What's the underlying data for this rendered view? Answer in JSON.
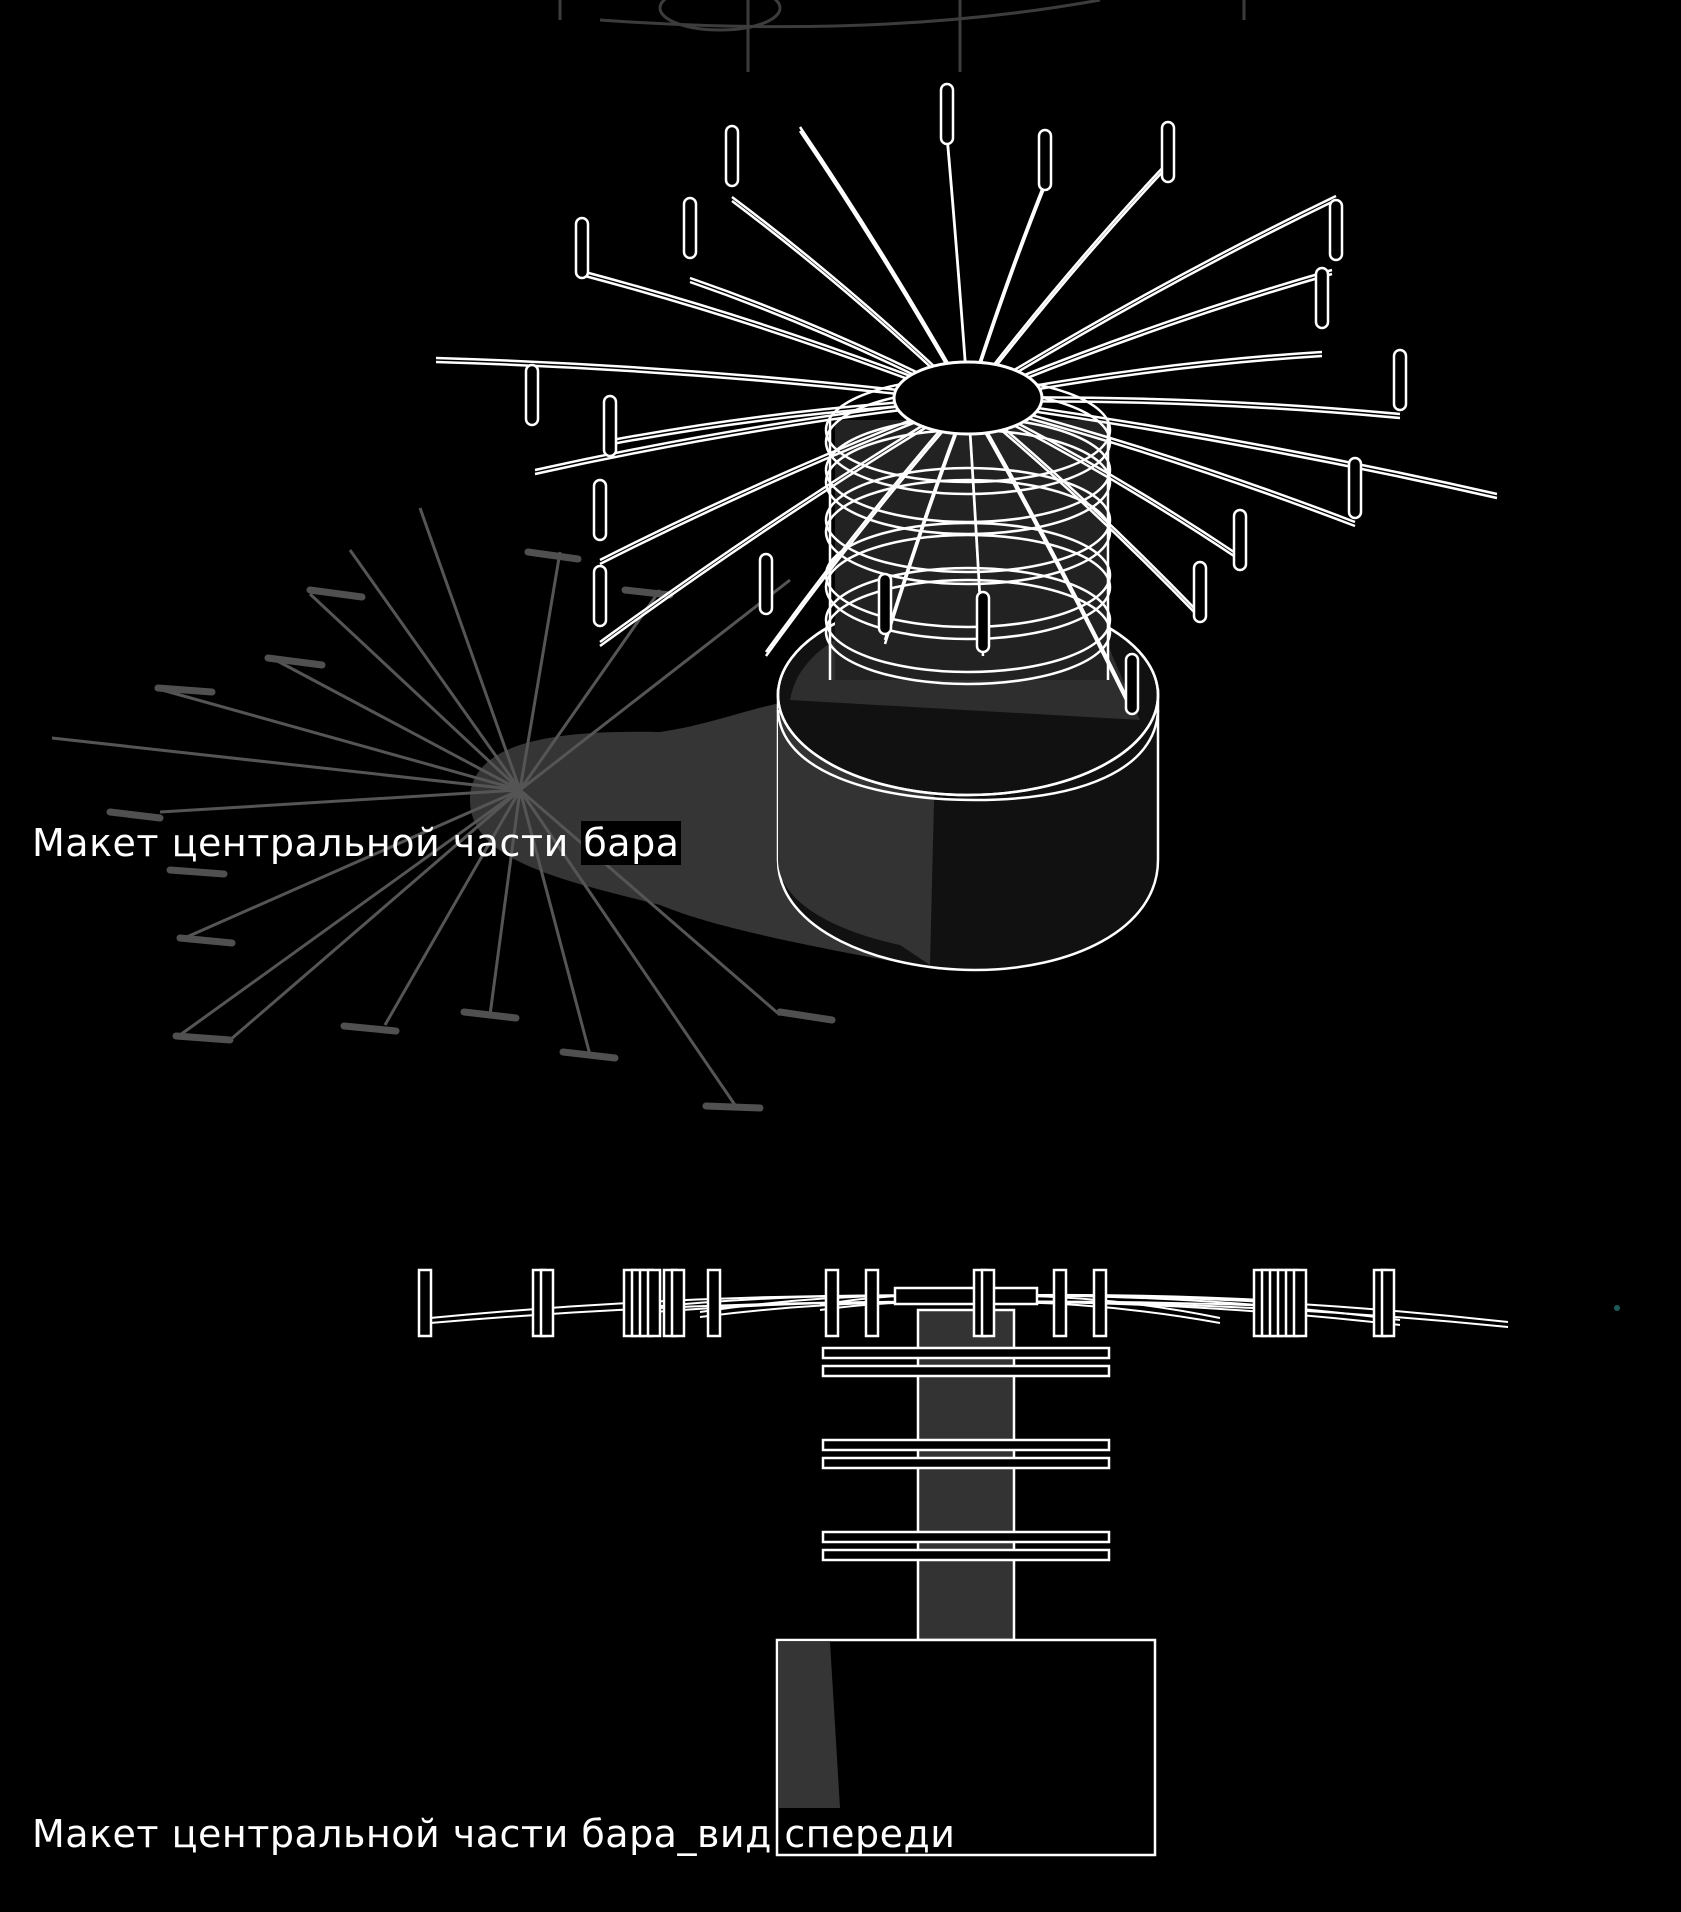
{
  "captions": {
    "iso_main": "Макет центральной части ",
    "iso_highlight": "бара",
    "front": "Макет центральной части бара_вид спереди"
  },
  "colors": {
    "background": "#000000",
    "line": "#ffffff",
    "shadow": "#3a3a3a",
    "shadow_line": "#5a5a5a",
    "fill_grey": "#333333",
    "caption_text": "#ffffff"
  }
}
